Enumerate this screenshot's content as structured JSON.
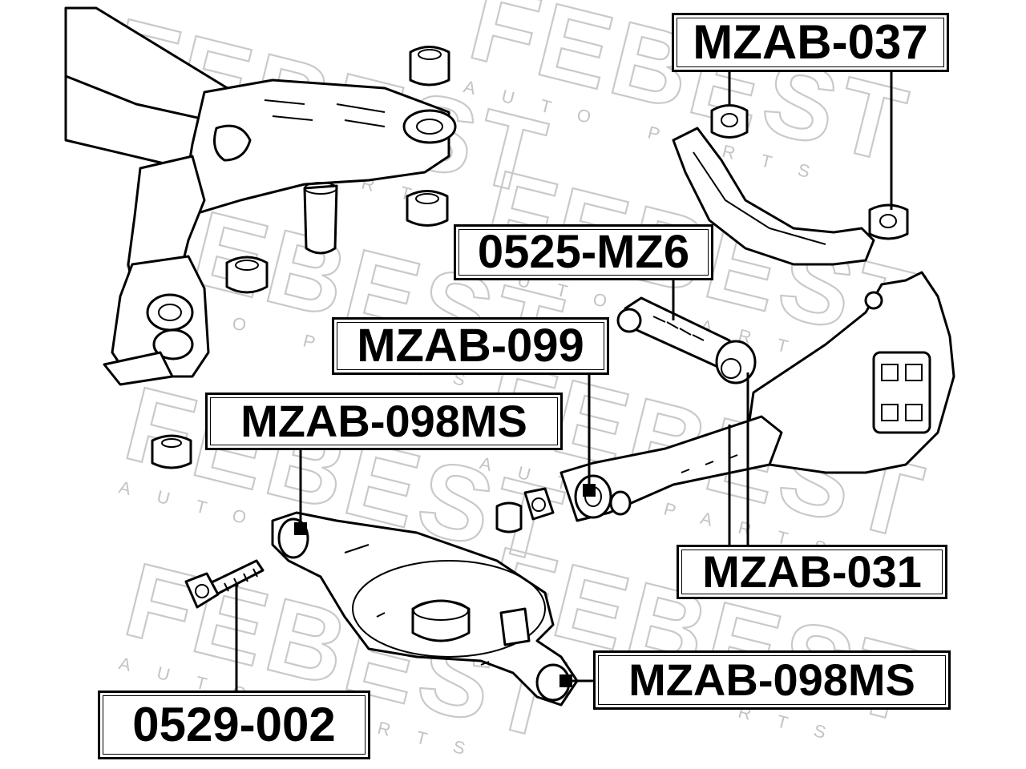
{
  "watermark": {
    "brand": "FEBEST",
    "tagline": "AUTO PARTS"
  },
  "labels": {
    "top_right": "MZAB-037",
    "tie_rod": "0525-MZ6",
    "mid_bushing": "MZAB-099",
    "left_arm": "MZAB-098MS",
    "right_bushing": "MZAB-031",
    "lower_right_arm": "MZAB-098MS",
    "bolt": "0529-002"
  }
}
